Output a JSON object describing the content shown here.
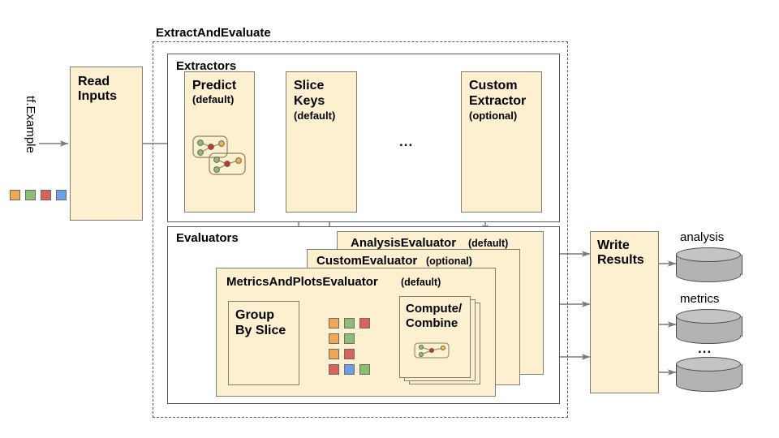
{
  "diagram": {
    "title_outer": "ExtractAndEvaluate",
    "input_label": "tf.Example",
    "read_inputs": "Read Inputs",
    "extractors_title": "Extractors",
    "evaluators_title": "Evaluators",
    "ellipsis": "...",
    "write_results": "Write Results"
  },
  "extractors": [
    {
      "name": "Predict",
      "qualifier": "(default)"
    },
    {
      "name": "Slice\nKeys",
      "name_line1": "Slice",
      "name_line2": "Keys",
      "qualifier": "(default)"
    },
    {
      "name": "Custom Extractor",
      "name_line1": "Custom",
      "name_line2": "Extractor",
      "qualifier": "(optional)"
    }
  ],
  "evaluators": [
    {
      "name": "AnalysisEvaluator",
      "qualifier": "(default)"
    },
    {
      "name": "CustomEvaluator",
      "qualifier": "(optional)"
    },
    {
      "name": "MetricsAndPlotsEvaluator",
      "qualifier": "(default)"
    }
  ],
  "metrics_inner": {
    "group_by_slice_line1": "Group",
    "group_by_slice_line2": "By Slice",
    "compute_line1": "Compute/",
    "compute_line2": "Combine"
  },
  "outputs": [
    {
      "label": "analysis"
    },
    {
      "label": "metrics"
    },
    {
      "label": "..."
    }
  ],
  "colors": {
    "box_fill": "#fdf0d0",
    "box_stroke": "#7f7f6e",
    "plain_stroke": "#5a5a5a",
    "arrow": "#7a7a7a",
    "swatch_orange": "#f0a856",
    "swatch_green": "#8cbd71",
    "swatch_red": "#d9635b",
    "swatch_blue": "#6f9ee8",
    "cylinder": "#b3b3b3"
  },
  "swatch_rows": {
    "input_strip": [
      "swatch_orange",
      "swatch_green",
      "swatch_red",
      "swatch_blue"
    ],
    "slice_groups": [
      [
        "swatch_orange",
        "swatch_green",
        "swatch_red"
      ],
      [
        "swatch_orange",
        "swatch_green"
      ],
      [
        "swatch_orange",
        "swatch_red"
      ],
      [
        "swatch_red",
        "swatch_blue",
        "swatch_green"
      ]
    ]
  }
}
